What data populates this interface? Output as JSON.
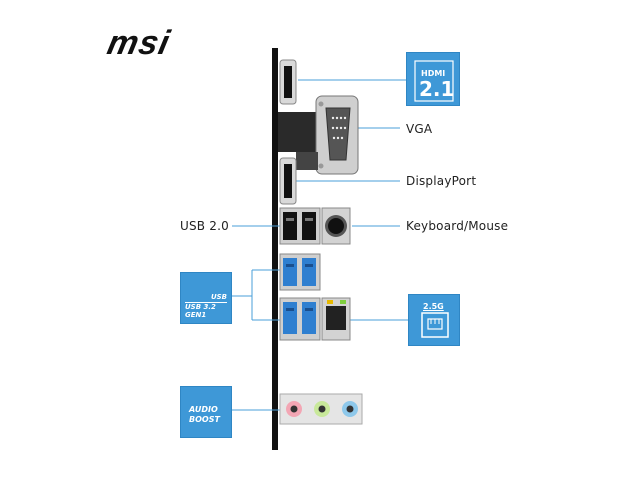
{
  "brand": {
    "logo_text": "msi"
  },
  "colors": {
    "accent_blue": "#3e98d7",
    "connector_line": "#4a9fd8",
    "panel_black": "#111111",
    "usb3_blue": "#2f7fd0",
    "audio_pink": "#f3a6b4",
    "audio_lime": "#c8e89a",
    "audio_blue": "#8ec8ea"
  },
  "labels": {
    "vga": "VGA",
    "displayport": "DisplayPort",
    "usb20": "USB 2.0",
    "keyboard_mouse": "Keyboard/Mouse"
  },
  "badges": {
    "hdmi": {
      "top": "HDMI",
      "version": "2.1",
      "icon": "hdmi-icon"
    },
    "usb32": {
      "top": "USB",
      "bottom": "USB 3.2 GEN1",
      "icon": "usb-icon"
    },
    "lan": {
      "label": "2.5G",
      "icon": "ethernet-icon"
    },
    "audio": {
      "line1": "AUDIO",
      "line2": "BOOST",
      "icon": "audio-boost-icon"
    }
  }
}
